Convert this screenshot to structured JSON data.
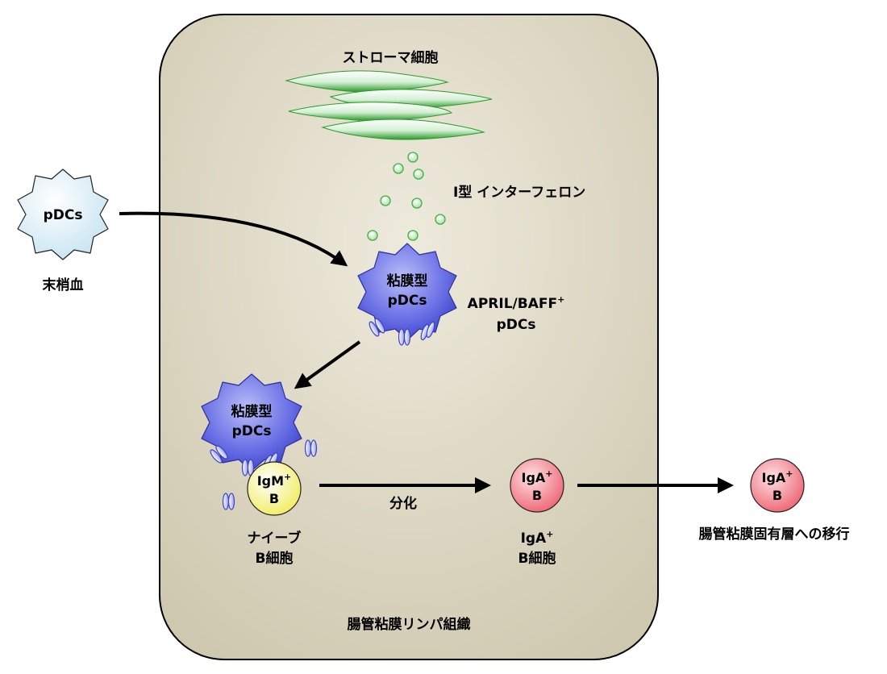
{
  "tissue": {
    "label": "腸管粘膜リンパ組織"
  },
  "stromal": {
    "label": "ストローマ細胞"
  },
  "interferon": {
    "label": "I型 インターフェロン"
  },
  "blood_pdc": {
    "cell_text": "pDCs",
    "location_label": "末梢血"
  },
  "mucosal_pdc_upper": {
    "line1": "粘膜型",
    "line2": "pDCs",
    "side_label_line1": "APRIL/BAFF",
    "side_label_sup": "+",
    "side_label_line2": "pDCs"
  },
  "mucosal_pdc_lower": {
    "line1": "粘膜型",
    "line2": "pDCs"
  },
  "igm_b": {
    "line1": "IgM",
    "sup": "+",
    "line2": "B",
    "caption_line1": "ナイーブ",
    "caption_line2": "B細胞"
  },
  "differentiation": {
    "label": "分化"
  },
  "iga_b_center": {
    "line1": "IgA",
    "sup": "+",
    "line2": "B",
    "caption_line1": "IgA",
    "caption_sup": "+",
    "caption_line2": "B細胞"
  },
  "iga_b_right": {
    "line1": "IgA",
    "sup": "+",
    "line2": "B",
    "caption": "腸管粘膜固有層への移行"
  },
  "colors": {
    "tissue_fill": "#d9d3bd",
    "tissue_stroke": "#000000",
    "stromal_green": "#2faa2f",
    "interferon_green": "#3fae3f",
    "pdc_blue": "#4f57e0",
    "igm_yellow": "#f5f07a",
    "iga_red": "#f07b86"
  }
}
